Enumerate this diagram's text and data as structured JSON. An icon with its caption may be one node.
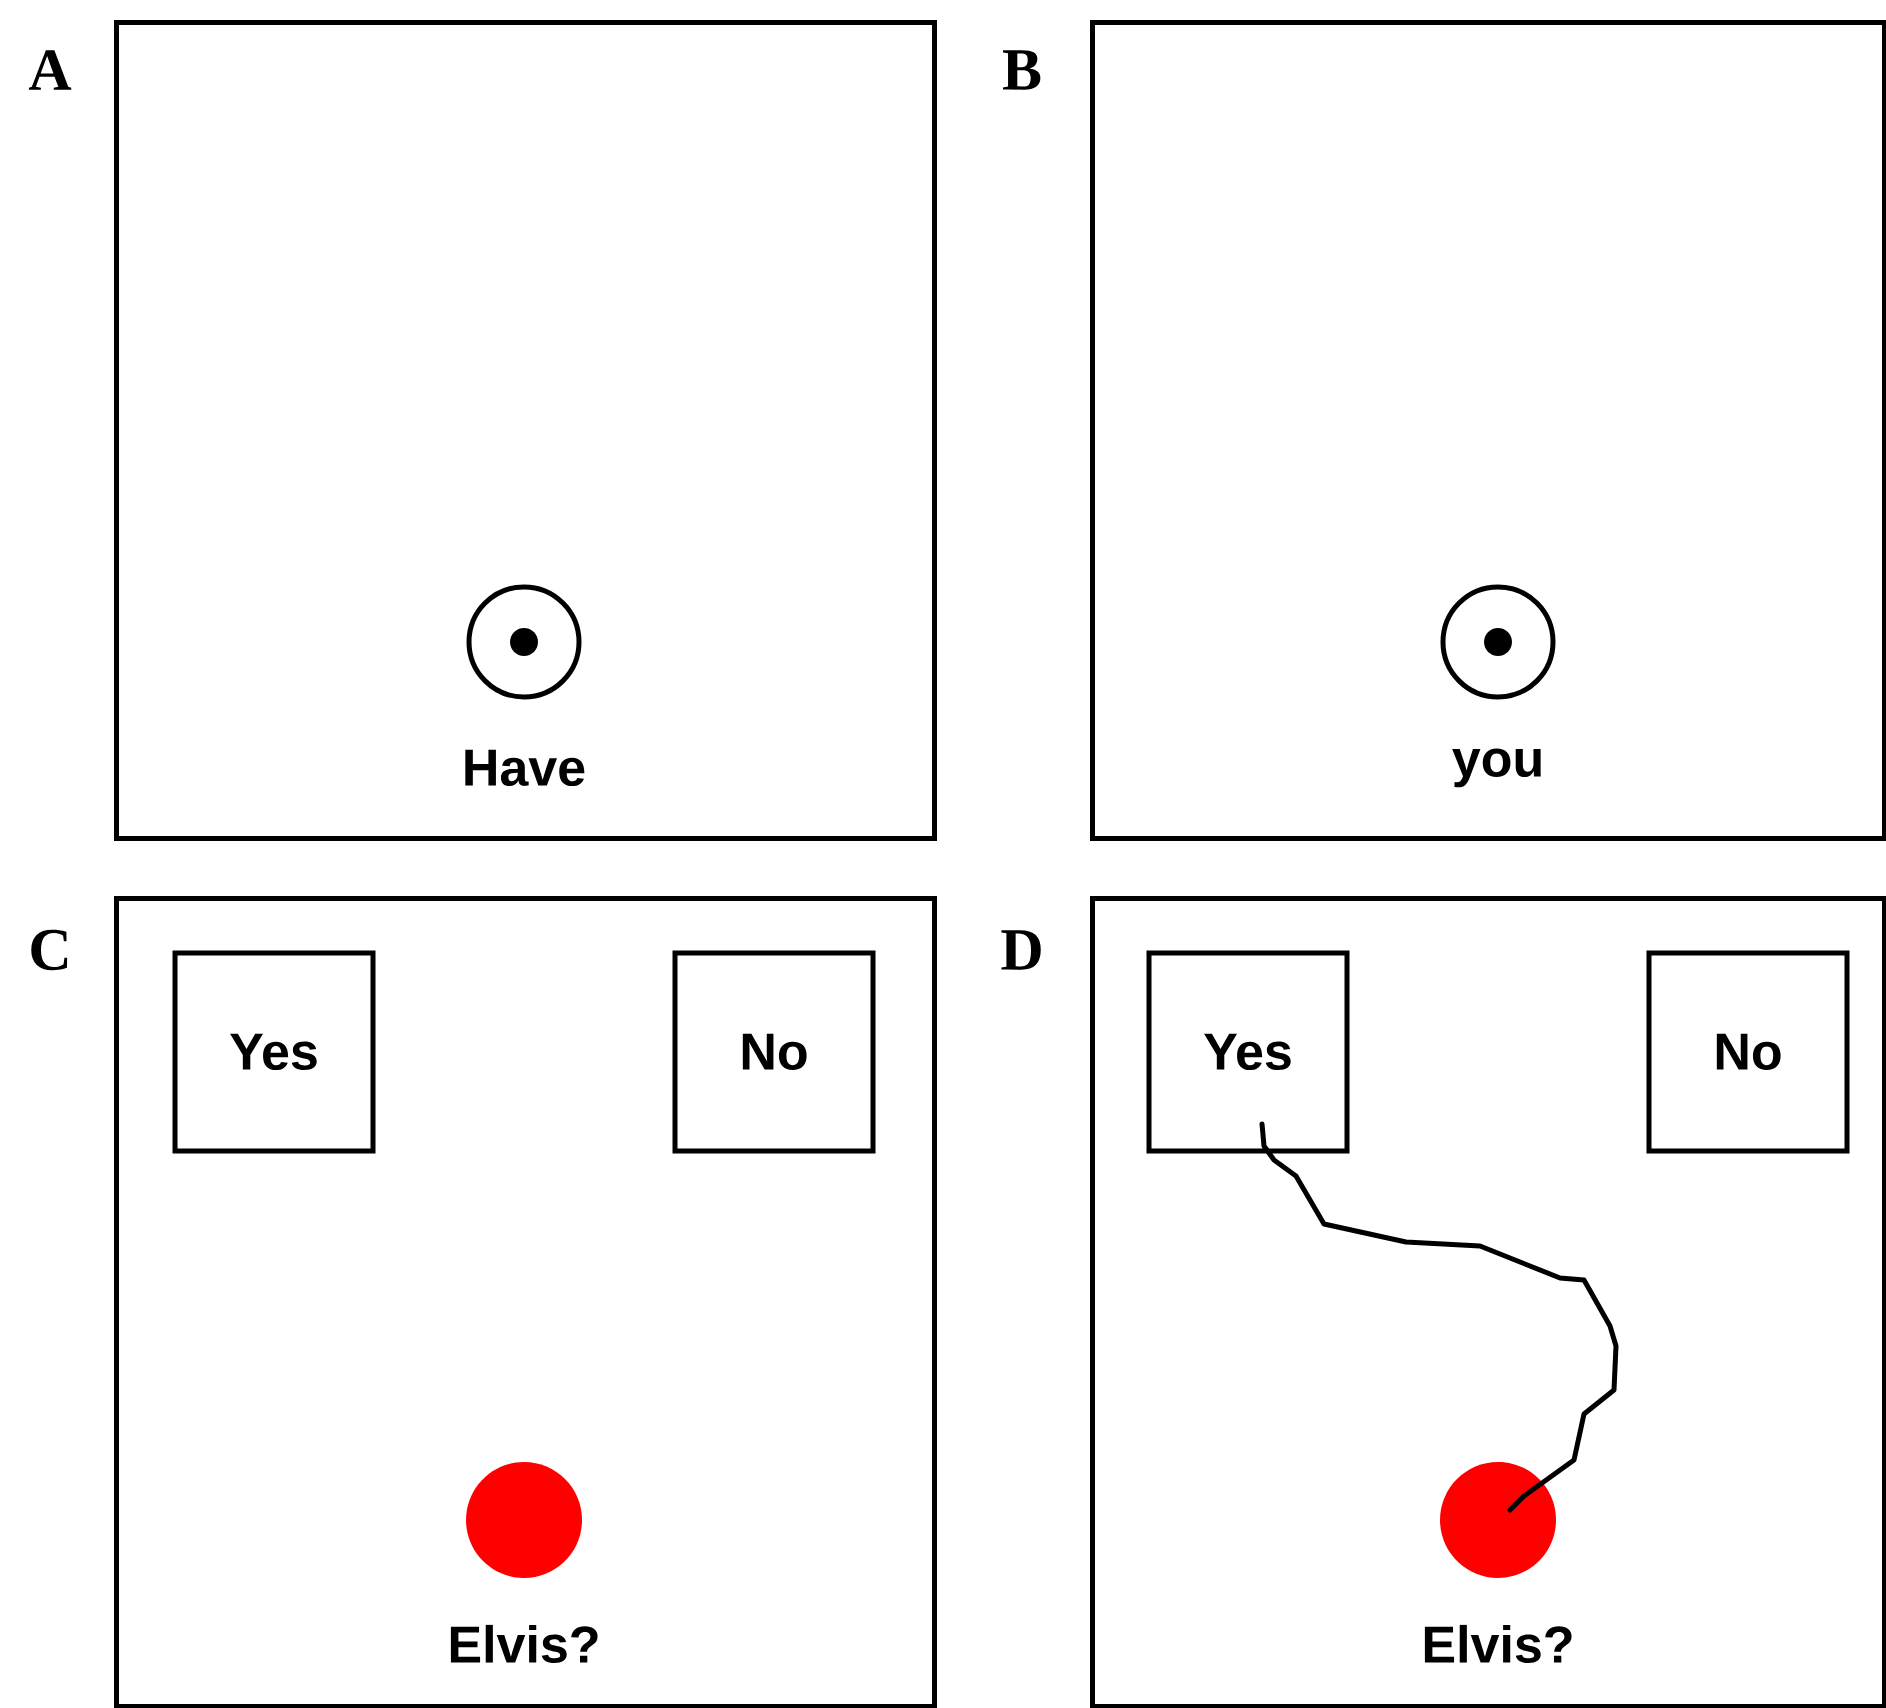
{
  "diagram": {
    "nodes": [
      {
        "text": [
          "Have"
        ],
        "beside": [
          "A"
        ]
      },
      {
        "text": [],
        "shape": "circle",
        "in": 0
      },
      {
        "text": [
          "you"
        ],
        "beside": [
          "B"
        ]
      },
      {
        "text": [],
        "shape": "circle",
        "in": 2
      },
      {
        "text": [
          "Elvis?"
        ],
        "beside": [
          "C"
        ]
      },
      {
        "text": [
          "Yes"
        ],
        "in": 4
      },
      {
        "text": [
          "No"
        ],
        "in": 4
      },
      {
        "text": [],
        "shape": "circle",
        "in": 4
      },
      {
        "text": [
          "Elvis?"
        ],
        "beside": [
          "D"
        ]
      },
      {
        "text": [
          "Yes"
        ],
        "in": 8
      },
      {
        "text": [
          "No"
        ],
        "in": 8
      },
      {
        "text": [],
        "shape": "circle",
        "in": 8
      }
    ],
    "edges": [
      {
        "from": 11,
        "to": 9,
        "arrow": "none"
      }
    ]
  }
}
